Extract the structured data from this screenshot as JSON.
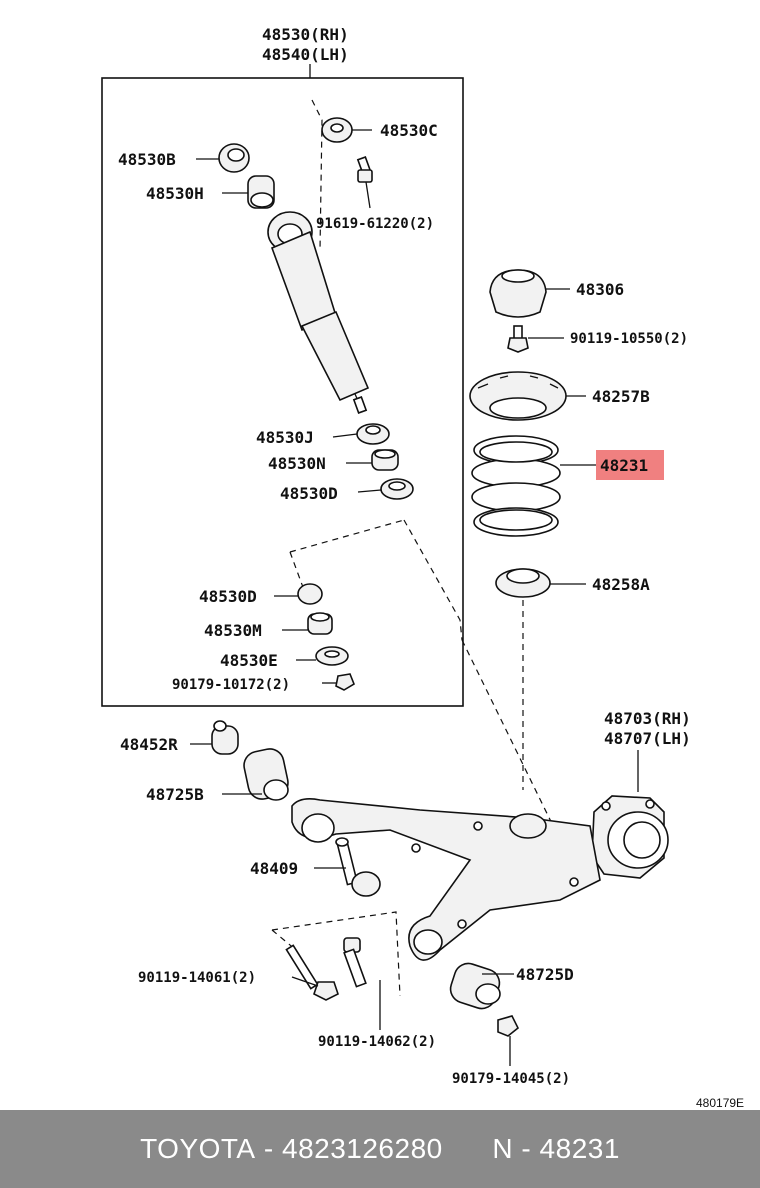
{
  "colors": {
    "highlight": "#f08080",
    "footer_bg": "#8a8a8a",
    "footer_text": "#ffffff"
  },
  "diagram": {
    "group_header": {
      "line1": "48530(RH)",
      "line2": "48540(LH)"
    },
    "labels": {
      "p48530C": "48530C",
      "p48530B": "48530B",
      "p48530H": "48530H",
      "p91619": "91619-61220(2)",
      "p48306": "48306",
      "p90119_10550": "90119-10550(2)",
      "p48257B": "48257B",
      "p48231": "48231",
      "p48530J": "48530J",
      "p48530N": "48530N",
      "p48530D_a": "48530D",
      "p48258A": "48258A",
      "p48530D_b": "48530D",
      "p48530M": "48530M",
      "p48530E": "48530E",
      "p90179_10172": "90179-10172(2)",
      "p48703": "48703(RH)",
      "p48707": "48707(LH)",
      "p48452R": "48452R",
      "p48725B": "48725B",
      "p48409": "48409",
      "p48725D": "48725D",
      "p90119_14061": "90119-14061(2)",
      "p90119_14062": "90119-14062(2)",
      "p90179_14045": "90179-14045(2)"
    },
    "diagram_code": "480179E"
  },
  "footer": {
    "brand": "TOYOTA",
    "part_number": "4823126280",
    "prefix": "N",
    "ref": "48231"
  }
}
